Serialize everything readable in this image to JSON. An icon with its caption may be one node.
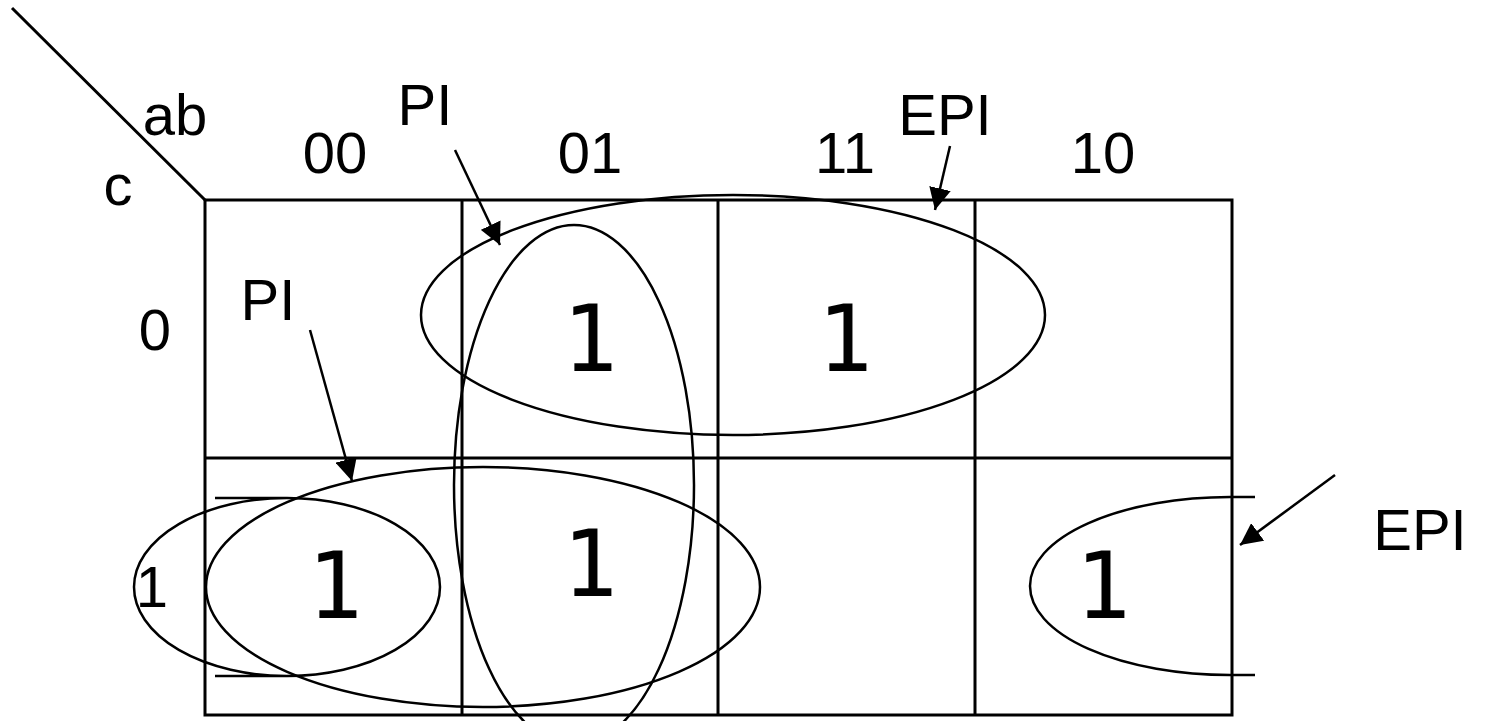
{
  "diagram": {
    "nodes": [
      {
        "text": [
          "PI"
        ]
      },
      {
        "text": [
          "EPI"
        ]
      },
      {
        "text": [
          "PI"
        ]
      },
      {
        "text": [
          "EPI"
        ]
      },
      {
        "text": [],
        "shape": "ellipse"
      },
      {
        "text": [],
        "shape": "ellipse"
      },
      {
        "text": [],
        "shape": "ellipse"
      },
      {
        "text": [],
        "shape": "ellipse"
      },
      {
        "text": [],
        "shape": "ellipse"
      }
    ],
    "edges": [
      {
        "from": 0,
        "to": 5,
        "arrow": "to"
      },
      {
        "from": 1,
        "to": 4,
        "arrow": "to"
      },
      {
        "from": 2,
        "to": 6,
        "arrow": "to"
      },
      {
        "from": 3,
        "to": 8,
        "arrow": "to"
      }
    ],
    "labels": [
      "ab",
      "c",
      "00",
      "01",
      "11",
      "10",
      "0",
      "1",
      "1",
      "1",
      "1",
      "1",
      "1"
    ]
  }
}
